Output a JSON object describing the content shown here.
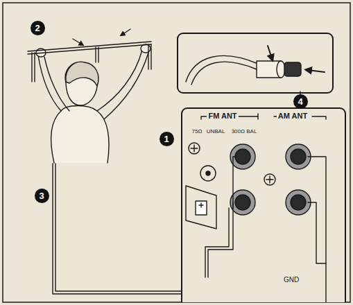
{
  "diagram": {
    "nodes": [
      {
        "text": [
          "2"
        ]
      },
      {
        "text": [
          "4"
        ]
      },
      {
        "text": [
          "1"
        ]
      },
      {
        "text": [
          "3"
        ]
      }
    ],
    "labels": [
      "FM ANT",
      "AM ANT",
      "75Ω",
      "UNBAL",
      "300Ω BAL",
      "GND"
    ]
  }
}
